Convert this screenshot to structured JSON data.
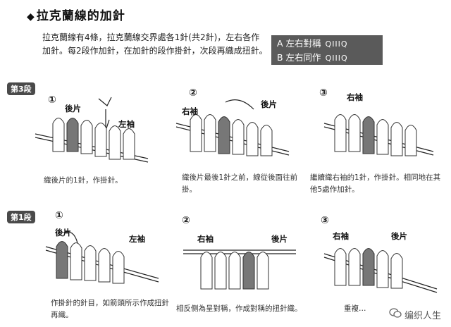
{
  "title": "拉克蘭線的加針",
  "intro": "拉克蘭線有4條，拉克蘭線交界處各1針(共2針)，左右各作加針。每2段作加針，在加針的段作掛針，次段再織成扭針。",
  "legend": {
    "a_text": "A 左右對稱",
    "a_symbols": "QIIIQ",
    "b_text": "B 左右同作",
    "b_symbols": "QIIIQ"
  },
  "stage_top": "第3段",
  "stage_bottom": "第1段",
  "top_steps": [
    {
      "num": "①",
      "labels": [
        "後片",
        "左袖"
      ],
      "caption": "織後片的1針，作掛針。"
    },
    {
      "num": "②",
      "labels": [
        "右袖",
        "後片"
      ],
      "caption": "織後片最後1針之前，線從後面往前掛。"
    },
    {
      "num": "③",
      "labels": [
        "右袖"
      ],
      "caption": "繼續織右袖的1針，作掛針。相同地在其他5處作加針。"
    }
  ],
  "bottom_steps": [
    {
      "num": "①",
      "labels": [
        "後片",
        "左袖"
      ],
      "caption": "作掛針的針目，如箭頭所示作成扭針再織。"
    },
    {
      "num": "②",
      "labels": [
        "右袖",
        "後片"
      ],
      "caption": "相反側為呈對稱，作成對稱的扭針織。"
    },
    {
      "num": "③",
      "labels": [
        "右袖",
        "後片"
      ],
      "caption": "重複…"
    }
  ],
  "watermark": "编织人生"
}
